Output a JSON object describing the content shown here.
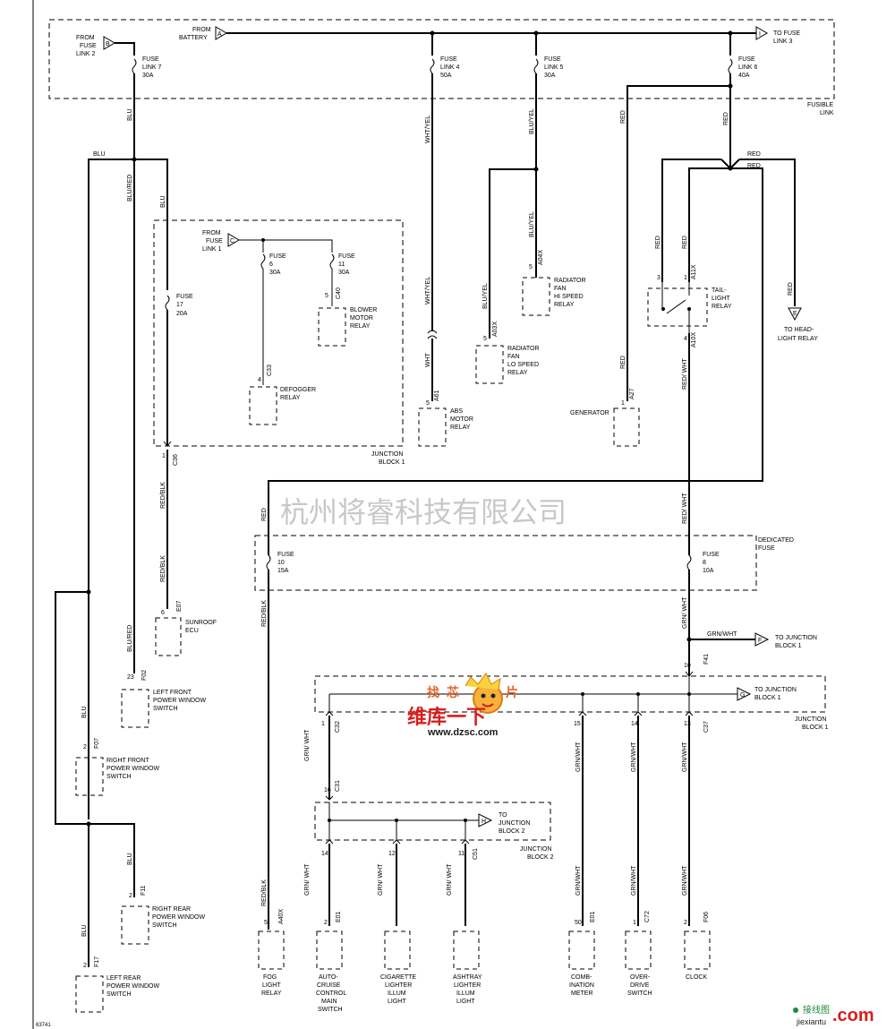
{
  "fusible_link_label": [
    "FUSIBLE",
    "LINK"
  ],
  "junction_block_1_label": [
    "JUNCTION",
    "BLOCK 1"
  ],
  "junction_block_2_label": [
    "JUNCTION",
    "BLOCK 2"
  ],
  "dedicated_fuse_label": [
    "DEDICATED",
    "FUSE"
  ],
  "connectors": {
    "from_fuse_link_2": {
      "letter": "B",
      "label": [
        "FROM",
        "FUSE",
        "LINK 2"
      ]
    },
    "from_battery": {
      "letter": "A",
      "label": [
        "FROM",
        "BATTERY"
      ]
    },
    "to_fuse_link_3": {
      "letter": "I",
      "label": [
        "TO FUSE",
        "LINK 3"
      ]
    },
    "from_fuse_link_1": {
      "letter": "C",
      "label": [
        "FROM",
        "FUSE",
        "LINK 1"
      ]
    },
    "to_headlight_relay": {
      "letter": "E",
      "label": [
        "TO HEAD-",
        "LIGHT RELAY"
      ]
    },
    "to_junction_block_1_f": {
      "letter": "F",
      "label": [
        "TO JUNCTION",
        "BLOCK 1"
      ]
    },
    "to_junction_block_1_g": {
      "letter": "G",
      "label": [
        "TO JUNCTION",
        "BLOCK 1"
      ]
    },
    "to_junction_block_2_h": {
      "letter": "H",
      "label": [
        "TO",
        "JUNCTION",
        "BLOCK 2"
      ]
    }
  },
  "fuses": {
    "link7": [
      "FUSE",
      "LINK 7",
      "30A"
    ],
    "link4": [
      "FUSE",
      "LINK 4",
      "50A"
    ],
    "link5": [
      "FUSE",
      "LINK 5",
      "30A"
    ],
    "link6": [
      "FUSE",
      "LINK 6",
      "40A"
    ],
    "fuse17": [
      "FUSE",
      "17",
      "20A"
    ],
    "fuse6": [
      "FUSE",
      "6",
      "30A"
    ],
    "fuse11": [
      "FUSE",
      "11",
      "30A"
    ],
    "fuse10": [
      "FUSE",
      "10",
      "15A"
    ],
    "fuse8": [
      "FUSE",
      "8",
      "10A"
    ]
  },
  "components": {
    "blower_motor_relay": [
      "BLOWER",
      "MOTOR",
      "RELAY"
    ],
    "defogger_relay": [
      "DEFOGGER",
      "RELAY"
    ],
    "abs_motor_relay": [
      "ABS",
      "MOTOR",
      "RELAY"
    ],
    "radiator_fan_hi": [
      "RADIATOR",
      "FAN",
      "HI SPEED",
      "RELAY"
    ],
    "radiator_fan_lo": [
      "RADIATOR",
      "FAN",
      "LO SPEED",
      "RELAY"
    ],
    "generator": [
      "GENERATOR"
    ],
    "tail_light_relay": [
      "TAIL-",
      "LIGHT",
      "RELAY"
    ],
    "sunroof_ecu": [
      "SUNROOF",
      "ECU"
    ],
    "left_front_pws": [
      "LEFT FRONT",
      "POWER WINDOW",
      "SWITCH"
    ],
    "right_front_pws": [
      "RIGHT FRONT",
      "POWER WINDOW",
      "SWITCH"
    ],
    "right_rear_pws": [
      "RIGHT REAR",
      "POWER WINDOW",
      "SWITCH"
    ],
    "left_rear_pws": [
      "LEFT REAR",
      "POWER WINDOW",
      "SWITCH"
    ],
    "fog_light_relay": [
      "FOG",
      "LIGHT",
      "RELAY"
    ],
    "auto_cruise": [
      "AUTO-",
      "CRUISE",
      "CONTROL",
      "MAIN",
      "SWITCH"
    ],
    "cigarette_lighter": [
      "CIGARETTE",
      "LIGHTER",
      "ILLUM",
      "LIGHT"
    ],
    "ashtray_lighter": [
      "ASHTRAY",
      "LIGHTER",
      "ILLUM",
      "LIGHT"
    ],
    "combination_meter": [
      "COMB-",
      "INATION",
      "METER"
    ],
    "overdrive_switch": [
      "OVER-",
      "DRIVE",
      "SWITCH"
    ],
    "clock": [
      "CLOCK"
    ]
  },
  "wire_colors": {
    "blu": "BLU",
    "blu_red": "BLU/RED",
    "wht_yel": "WHT/YEL",
    "wht": "WHT",
    "blu_yel": "BLU/YEL",
    "red": "RED",
    "red_blk": "RED/BLK",
    "red_wht": "RED/ WHT",
    "grn_wht": "GRN/WHT",
    "grn_wht_split": "GRN/ WHT"
  },
  "connector_ids": {
    "c36": "C36",
    "c33": "C33",
    "c40": "C40",
    "e07": "E07",
    "f02": "F02",
    "f07": "F07",
    "f11": "F11",
    "f17": "F17",
    "a61": "A61",
    "a03x": "A03X",
    "a04x": "A04X",
    "a27": "A27",
    "a10x": "A10X",
    "a11x": "A11X",
    "a40x": "A40X",
    "f41": "F41",
    "c32": "C32",
    "c37": "C37",
    "c31": "C31",
    "e01": "E01",
    "c51": "C51",
    "e01b": "E01",
    "c72": "C72",
    "f06": "F06"
  },
  "pins": {
    "p1": "1",
    "p2": "2",
    "p3": "3",
    "p4": "4",
    "p5": "5",
    "p6": "6",
    "p10": "10",
    "p12": "12",
    "p11": "11",
    "p13": "13",
    "p14": "14",
    "p15": "15",
    "p16": "16",
    "p23": "23",
    "p50": "50"
  },
  "watermark": {
    "chinese": "杭州将睿科技有限公司",
    "logo_text": "维库一下",
    "site": "www.dzsc.com",
    "corner_site": "jiexiantu",
    "corner_com": ".com",
    "corner_brand": "接线图"
  },
  "figure_number": "63741"
}
